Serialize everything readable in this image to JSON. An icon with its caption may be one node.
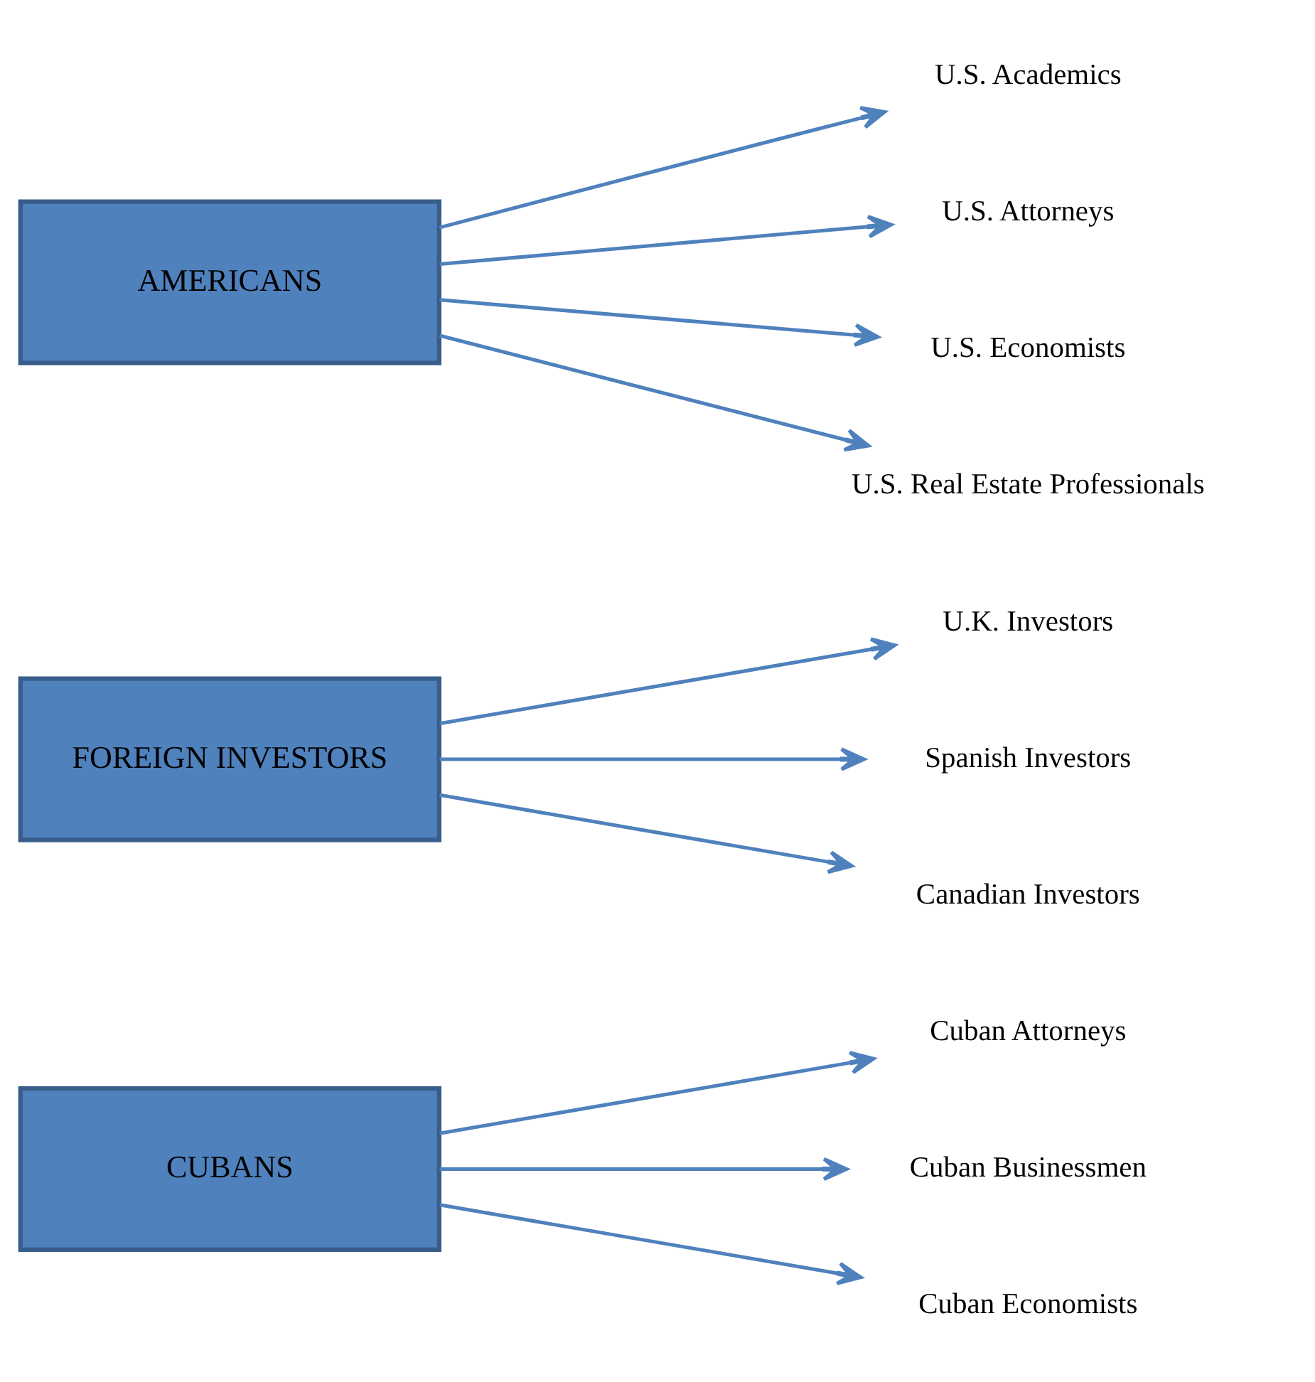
{
  "diagram": {
    "nodes": [
      {
        "text": [
          "CUBANS"
        ]
      },
      {
        "text": [
          "Cuban Attorneys"
        ]
      },
      {
        "text": [
          "Cuban Businessmen"
        ]
      },
      {
        "text": [
          "Cuban Economists"
        ]
      },
      {
        "text": [
          "FOREIGN INVESTORS"
        ]
      },
      {
        "text": [
          "U.K. Investors"
        ]
      },
      {
        "text": [
          "Spanish Investors"
        ]
      },
      {
        "text": [
          "Canadian Investors"
        ]
      },
      {
        "text": [
          "AMERICANS"
        ]
      },
      {
        "text": [
          "U.S. Academics"
        ]
      },
      {
        "text": [
          "U.S. Attorneys"
        ]
      },
      {
        "text": [
          "U.S. Economists"
        ]
      },
      {
        "text": [
          "U.S. Real Estate Professionals"
        ]
      }
    ],
    "edges": [
      {
        "from": 0,
        "to": 1,
        "arrow": "to"
      },
      {
        "from": 0,
        "to": 2,
        "arrow": "to"
      },
      {
        "from": 0,
        "to": 3,
        "arrow": "to"
      },
      {
        "from": 4,
        "to": 5,
        "arrow": "to"
      },
      {
        "from": 4,
        "to": 6,
        "arrow": "to"
      },
      {
        "from": 4,
        "to": 7,
        "arrow": "to"
      },
      {
        "from": 8,
        "to": 9,
        "arrow": "to"
      },
      {
        "from": 8,
        "to": 10,
        "arrow": "to"
      },
      {
        "from": 8,
        "to": 11,
        "arrow": "to"
      },
      {
        "from": 8,
        "to": 12,
        "arrow": "to"
      }
    ]
  }
}
